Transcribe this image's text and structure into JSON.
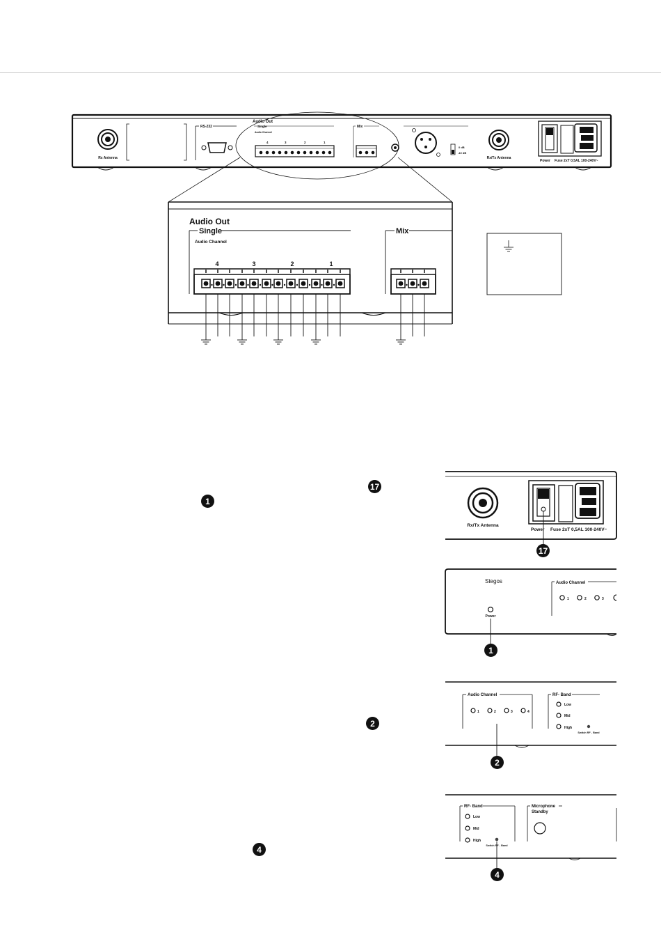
{
  "rear_panel": {
    "rx_antenna": "Rx Antenna",
    "rs232": "RS-232",
    "audio_out": "Audio Out",
    "single": "Single",
    "audio_channel": "Audio Channel",
    "mix": "Mix",
    "channels": [
      "4",
      "3",
      "2",
      "1"
    ],
    "level_0db": "0 dB",
    "level_10db": "-10 dB",
    "rx_tx_antenna": "Rx/Tx Antenna",
    "power": "Power",
    "fuse": "Fuse 2xT 0,5AL 100-240V~"
  },
  "zoom": {
    "audio_out": "Audio Out",
    "single": "Single",
    "audio_channel": "Audio Channel",
    "mix": "Mix",
    "channels": [
      "4",
      "3",
      "2",
      "1"
    ],
    "legend_symbol": "⏚"
  },
  "callouts": {
    "power_switch": "17",
    "power_led": "1",
    "audio_channel_leds": "2",
    "rf_band_switch": "4"
  },
  "detail_power": {
    "rx_tx_antenna": "Rx/Tx Antenna",
    "power": "Power",
    "fuse": "Fuse 2xT 0,5AL 100-240V~"
  },
  "detail_front": {
    "brand": "Stegos",
    "power": "Power",
    "audio_channel": "Audio Channel",
    "leds": [
      "1",
      "2",
      "3"
    ]
  },
  "detail_channels": {
    "audio_channel": "Audio Channel",
    "leds": [
      "1",
      "2",
      "3",
      "4"
    ],
    "rf_band": "RF- Band",
    "low": "Low",
    "mid": "Mid",
    "high": "High",
    "switch_rf": "Switch RF - Band"
  },
  "detail_rf": {
    "rf_band": "RF- Band",
    "low": "Low",
    "mid": "Mid",
    "high": "High",
    "switch_rf": "Switch RF - Band",
    "microphone": "Microphone",
    "standby": "Standby"
  }
}
